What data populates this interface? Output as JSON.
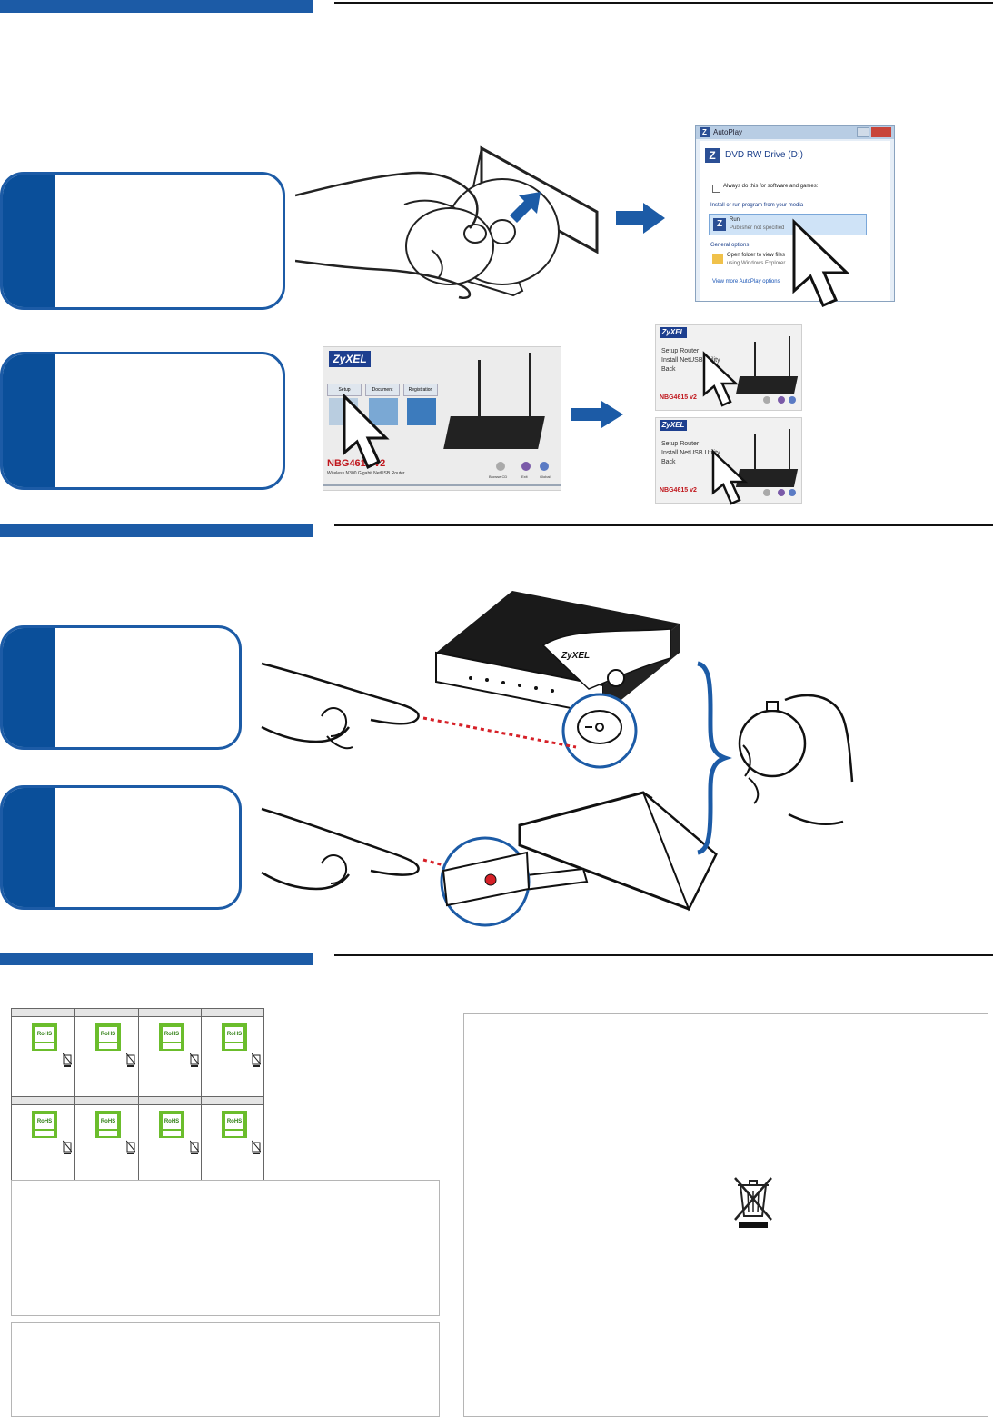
{
  "autoplay": {
    "window_title": "AutoPlay",
    "drive_title": "DVD RW Drive (D:)",
    "checkbox_label": "Always do this for software and games:",
    "section_install": "Install or run program from your media",
    "run_title": "Run",
    "run_subtitle": "Publisher not specified",
    "section_general": "General options",
    "open_folder_title": "Open folder to view files",
    "open_folder_subtitle": "using Windows Explorer",
    "more_options_link": "View more AutoPlay options"
  },
  "installer": {
    "logo": "ZyXEL",
    "tab_setup": "Setup",
    "tab_document": "Document",
    "tab_registration": "Registration",
    "model": "NBG4615 v2",
    "model_desc": "Wireless N300 Gigabit NetUSB Router",
    "btn_browse": "Browse CD",
    "btn_exit": "Exit",
    "btn_global": "Global"
  },
  "submenu": {
    "logo": "ZyXEL",
    "item_setup_router": "Setup Router",
    "item_install_netusb": "Install NetUSB Utility",
    "item_back": "Back",
    "model": "NBG4615 v2"
  },
  "router_logo": "ZyXEL",
  "colors": {
    "accent_blue": "#1c5ba6",
    "tab_blue": "#0a4f9a",
    "arrow_blue": "#1c5ba6",
    "red_dots": "#d62027"
  }
}
